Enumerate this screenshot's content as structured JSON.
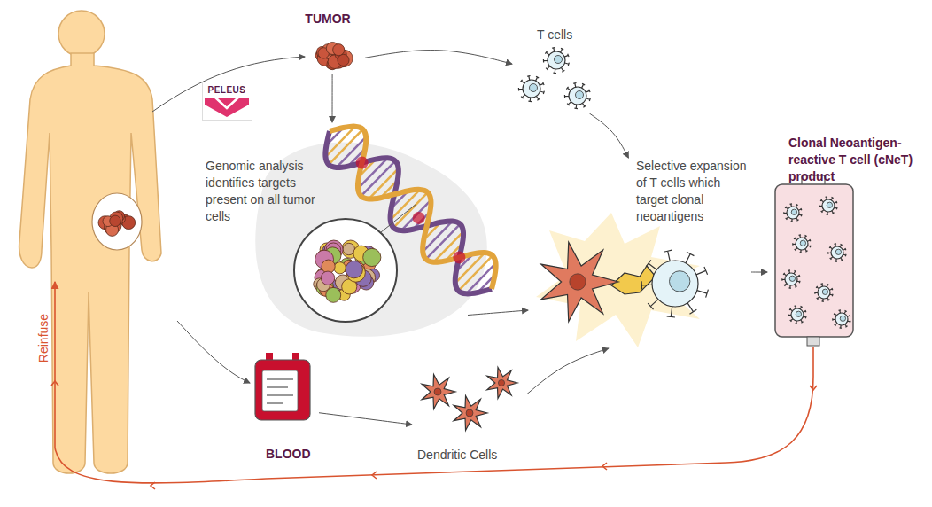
{
  "diagram": {
    "nodes": [
      {
        "text": [
          "TUMOR"
        ]
      },
      {
        "text": [
          "T cells"
        ]
      },
      {
        "text": [
          "PELEUS"
        ]
      },
      {
        "text": [
          "Genomic analysis identifies targets present on all tumor cells"
        ]
      },
      {
        "text": [
          "Selective expansion of T cells which target clonal neoantigens"
        ]
      },
      {
        "text": [
          "Clonal Neoantigen-reactive T cell (cNeT) product"
        ]
      },
      {
        "text": [
          "BLOOD"
        ]
      },
      {
        "text": [
          "Dendritic Cells"
        ]
      }
    ],
    "edges": [
      {
        "from": 0,
        "to": 1,
        "arrow": "to"
      },
      {
        "from": 0,
        "to": 3,
        "arrow": "to"
      },
      {
        "from": 1,
        "to": 4,
        "arrow": "to"
      },
      {
        "from": 3,
        "to": 4,
        "arrow": "to"
      },
      {
        "from": 6,
        "to": 7,
        "arrow": "to"
      },
      {
        "from": 7,
        "to": 4,
        "arrow": "to"
      },
      {
        "from": 4,
        "to": 5,
        "arrow": "to"
      }
    ],
    "labels": [
      "Reinfuse"
    ]
  }
}
